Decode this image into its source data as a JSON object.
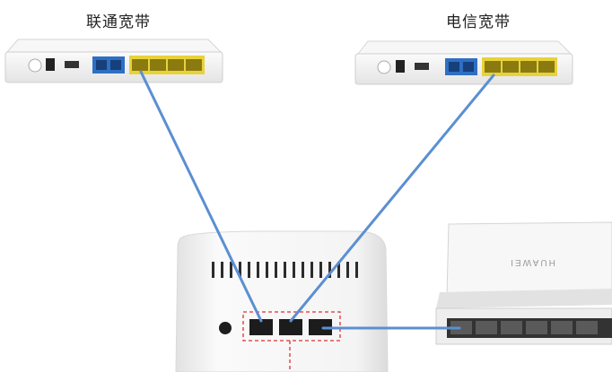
{
  "labels": {
    "left_modem": "联通宽带",
    "right_modem": "电信宽带"
  },
  "switch_brand": "HUAWEI",
  "colors": {
    "cable": "#5b8fd2",
    "lan_ports_yellow": "#e8d23a",
    "phone_ports_blue": "#2e6fc4",
    "highlight_box": "#e03030",
    "device_body": "#f3f3f3"
  }
}
